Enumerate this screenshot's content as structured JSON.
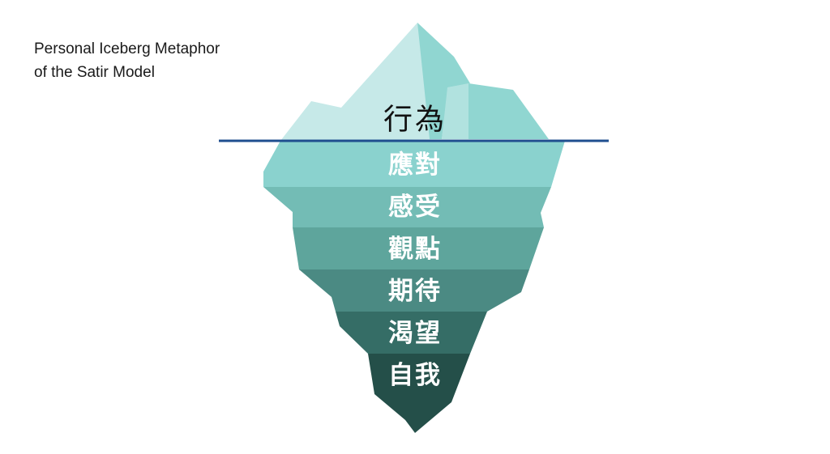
{
  "title": {
    "line1": "Personal Iceberg Metaphor",
    "line2": "of the Satir Model"
  },
  "above_water": {
    "label": "行為"
  },
  "layers": [
    {
      "label": "應對",
      "color": "#8ad2ce"
    },
    {
      "label": "感受",
      "color": "#73bcb5"
    },
    {
      "label": "觀點",
      "color": "#5ea59c"
    },
    {
      "label": "期待",
      "color": "#4b8a83"
    },
    {
      "label": "渴望",
      "color": "#356d66"
    },
    {
      "label": "自我",
      "color": "#244f49"
    }
  ],
  "colors": {
    "ice_light": "#c6e9e8",
    "ice_mid": "#a7dedb",
    "ice_dark": "#8fd4d0",
    "waterline": "#1f4f8f"
  }
}
